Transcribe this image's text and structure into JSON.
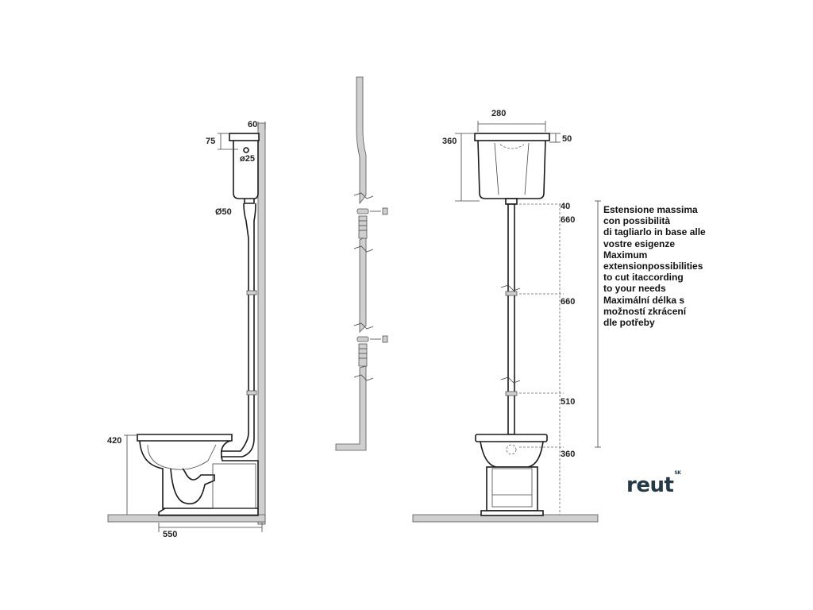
{
  "side_view": {
    "dim_tank_depth": "60",
    "dim_tank_top": "75",
    "dim_inlet": "ø25",
    "dim_pipe": "Ø50",
    "dim_seat_height": "420",
    "dim_projection": "550"
  },
  "front_view": {
    "dim_tank_width": "280",
    "dim_tank_height": "360",
    "dim_lid": "50",
    "dim_gap": "40",
    "dim_segment_1": "660",
    "dim_segment_2": "660",
    "dim_segment_3": "510",
    "dim_bowl": "360"
  },
  "note": {
    "lines": [
      "Estensione massima",
      "con possibilità",
      "di tagliarlo in base alle",
      "vostre esigenze",
      "Maximum",
      "extensionpossibilities",
      "to cut itaccording",
      "to your needs",
      "Maximální délka s",
      "možností zkrácení",
      "dle potřeby"
    ]
  },
  "logo": {
    "text": "reut",
    "suffix": "SK",
    "color": "#243a49"
  }
}
